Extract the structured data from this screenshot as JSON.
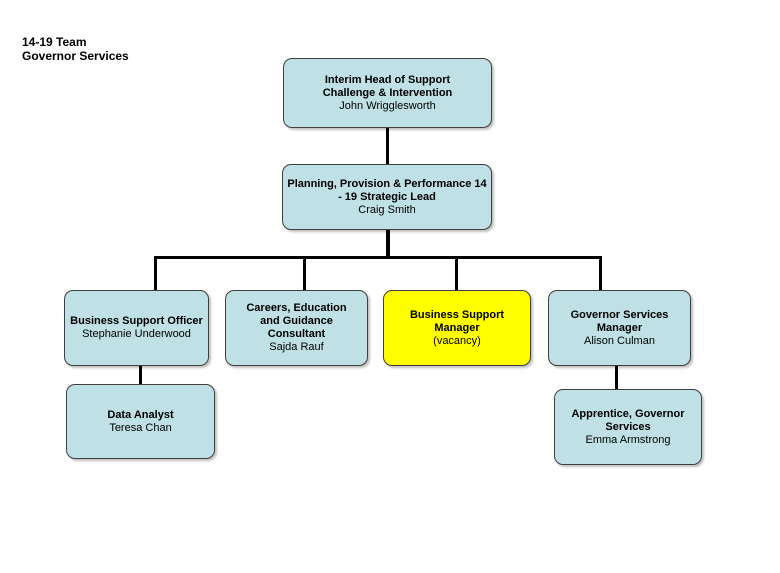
{
  "header": {
    "line1": "14-19 Team",
    "line2": "Governor Services"
  },
  "nodes": {
    "head": {
      "title": "Interim Head of Support Challenge & Intervention",
      "name": "John Wrigglesworth"
    },
    "lead": {
      "title": "Planning, Provision & Performance 14 - 19 Strategic Lead",
      "name": "Craig Smith"
    },
    "business_support_officer": {
      "title": "Business Support Officer",
      "name": "Stephanie Underwood"
    },
    "careers": {
      "title": "Careers, Education and Guidance Consultant",
      "name": "Sajda Rauf"
    },
    "business_support_manager": {
      "title": "Business Support Manager",
      "name": "(vacancy)"
    },
    "governor_services_manager": {
      "title": "Governor Services Manager",
      "name": "Alison Culman"
    },
    "data_analyst": {
      "title": "Data Analyst",
      "name": "Teresa Chan"
    },
    "apprentice": {
      "title": "Apprentice, Governor Services",
      "name": "Emma Armstrong"
    }
  },
  "colors": {
    "box_fill": "#bfe0e4",
    "vacancy_fill": "#ffff00",
    "connector": "#000000"
  }
}
